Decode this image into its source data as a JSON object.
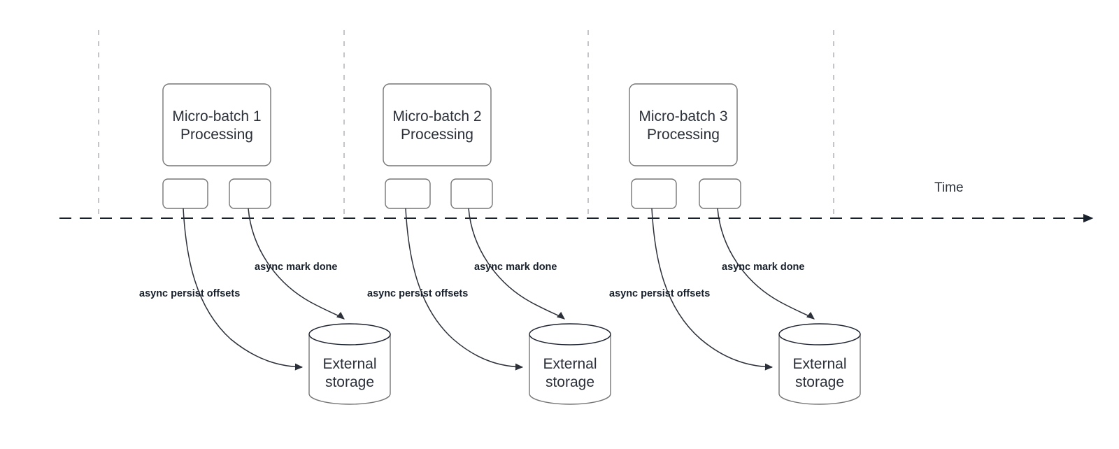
{
  "diagram": {
    "title_present": false,
    "axis": {
      "time_label": "Time",
      "timeline_style": "dashed-arrow",
      "arrow_direction": "right"
    },
    "colors": {
      "background": "#ffffff",
      "box_stroke": "#767676",
      "node_text": "#2b3039",
      "edge_label_text": "#17202b",
      "connector": "#2b3039",
      "timeline": "#17202b",
      "tick_dash": "#b6b6bd"
    },
    "groups": [
      {
        "id": "group-1",
        "process_label_line1": "Micro-batch 1",
        "process_label_line2": "Processing",
        "task_boxes": [
          "",
          ""
        ],
        "storage_label_line1": "External",
        "storage_label_line2": "storage",
        "edge_label_persist": "async persist offsets",
        "edge_label_mark": "async mark done"
      },
      {
        "id": "group-2",
        "process_label_line1": "Micro-batch 2",
        "process_label_line2": "Processing",
        "task_boxes": [
          "",
          ""
        ],
        "storage_label_line1": "External",
        "storage_label_line2": "storage",
        "edge_label_persist": "async persist offsets",
        "edge_label_mark": "async mark done"
      },
      {
        "id": "group-3",
        "process_label_line1": "Micro-batch 3",
        "process_label_line2": "Processing",
        "task_boxes": [
          "",
          ""
        ],
        "storage_label_line1": "External",
        "storage_label_line2": "storage",
        "edge_label_persist": "async persist offsets",
        "edge_label_mark": "async mark done"
      }
    ]
  }
}
